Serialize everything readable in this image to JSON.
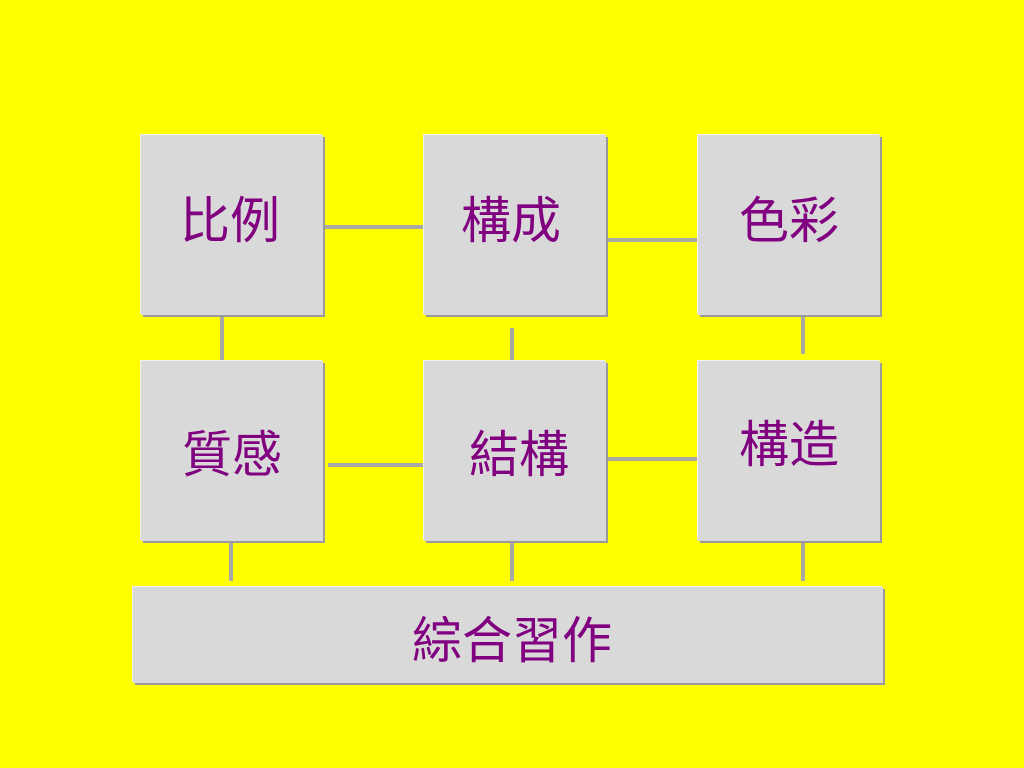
{
  "colors": {
    "background": "#ffff00",
    "box_fill": "#d9d9d9",
    "connector": "#a8a8a8",
    "text": "#800080"
  },
  "nodes": [
    {
      "id": "proportion",
      "label": "比例"
    },
    {
      "id": "composition",
      "label": "構成"
    },
    {
      "id": "color",
      "label": "色彩"
    },
    {
      "id": "texture",
      "label": "質感"
    },
    {
      "id": "structure",
      "label": "結構"
    },
    {
      "id": "construction",
      "label": "構造"
    },
    {
      "id": "comprehensive",
      "label": "綜合習作"
    }
  ],
  "edges": [
    {
      "from": "proportion",
      "to": "composition"
    },
    {
      "from": "composition",
      "to": "color"
    },
    {
      "from": "texture",
      "to": "structure"
    },
    {
      "from": "structure",
      "to": "construction"
    },
    {
      "from": "proportion",
      "to": "texture"
    },
    {
      "from": "composition",
      "to": "structure"
    },
    {
      "from": "color",
      "to": "construction"
    },
    {
      "from": "texture",
      "to": "comprehensive"
    },
    {
      "from": "structure",
      "to": "comprehensive"
    },
    {
      "from": "construction",
      "to": "comprehensive"
    }
  ]
}
